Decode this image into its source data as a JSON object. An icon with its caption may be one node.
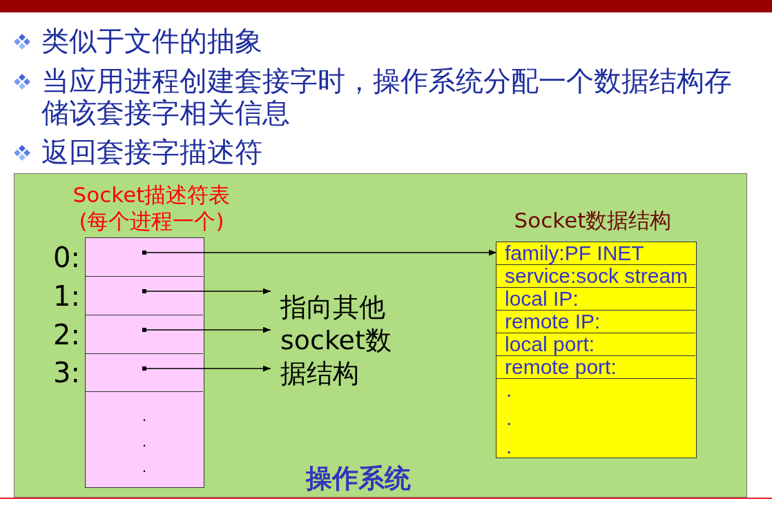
{
  "diagram": {
    "nodes": [
      {
        "text": [
          "操作系统"
        ]
      },
      {
        "text": [
          "Socket描述符表(每个进程一个)"
        ],
        "in": 0
      },
      {
        "text": [],
        "shape": "box",
        "in": 1,
        "beside": [
          "0:"
        ]
      },
      {
        "text": [],
        "shape": "box",
        "in": 2
      },
      {
        "text": [],
        "shape": "box",
        "in": 1,
        "beside": [
          "1:"
        ]
      },
      {
        "text": [],
        "shape": "box",
        "in": 4
      },
      {
        "text": [],
        "shape": "box",
        "in": 1,
        "beside": [
          "2:"
        ]
      },
      {
        "text": [],
        "shape": "box",
        "in": 6
      },
      {
        "text": [],
        "shape": "box",
        "in": 1,
        "beside": [
          "3:"
        ]
      },
      {
        "text": [],
        "shape": "box",
        "in": 8
      },
      {
        "text": [
          ".",
          ".",
          "."
        ],
        "in": 1
      },
      {
        "text": [
          "Socket数据结构"
        ],
        "in": 0
      },
      {
        "text": [
          "family:PF INET"
        ],
        "in": 11
      },
      {
        "text": [
          "service:sock stream"
        ],
        "in": 11
      },
      {
        "text": [
          "local IP:"
        ],
        "in": 11
      },
      {
        "text": [
          "remote IP:"
        ],
        "in": 11
      },
      {
        "text": [
          "local port:"
        ],
        "in": 11
      },
      {
        "text": [
          "remote port:"
        ],
        "in": 11
      },
      {
        "text": [
          ".",
          ".",
          "."
        ],
        "in": 11
      },
      {
        "text": [
          "指向其他socket数据结构"
        ],
        "in": 0
      }
    ],
    "edges": [
      {
        "from": 3,
        "to": 12,
        "arrow": "to"
      },
      {
        "from": 5,
        "to": 19,
        "arrow": "to"
      },
      {
        "from": 7,
        "to": 19,
        "arrow": "to"
      },
      {
        "from": 9,
        "to": 19,
        "arrow": "to"
      }
    ],
    "labels": [
      "类似于文件的抽象",
      "当应用进程创建套接字时，操作系统分配一个数据结构存储该套接字相关信息",
      "返回套接字描述符"
    ]
  }
}
